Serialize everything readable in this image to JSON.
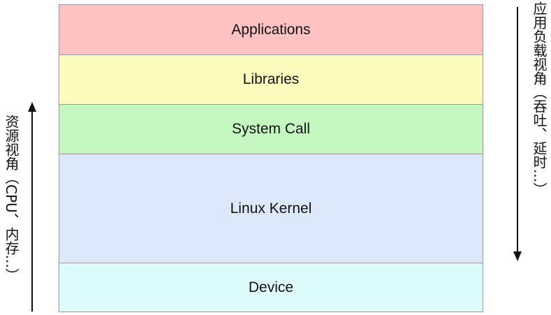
{
  "layers": [
    {
      "label": "Applications",
      "color": "#ffc2c2"
    },
    {
      "label": "Libraries",
      "color": "#fdfcbf"
    },
    {
      "label": "System Call",
      "color": "#c3f7bf"
    },
    {
      "label": "Linux Kernel",
      "color": "#dde8fb"
    },
    {
      "label": "Device",
      "color": "#dffcfd"
    }
  ],
  "left_label": "资源视角（CPU、内存...）",
  "right_label": "应用负载视角（吞吐、延时...）",
  "arrow_color": "#111111"
}
